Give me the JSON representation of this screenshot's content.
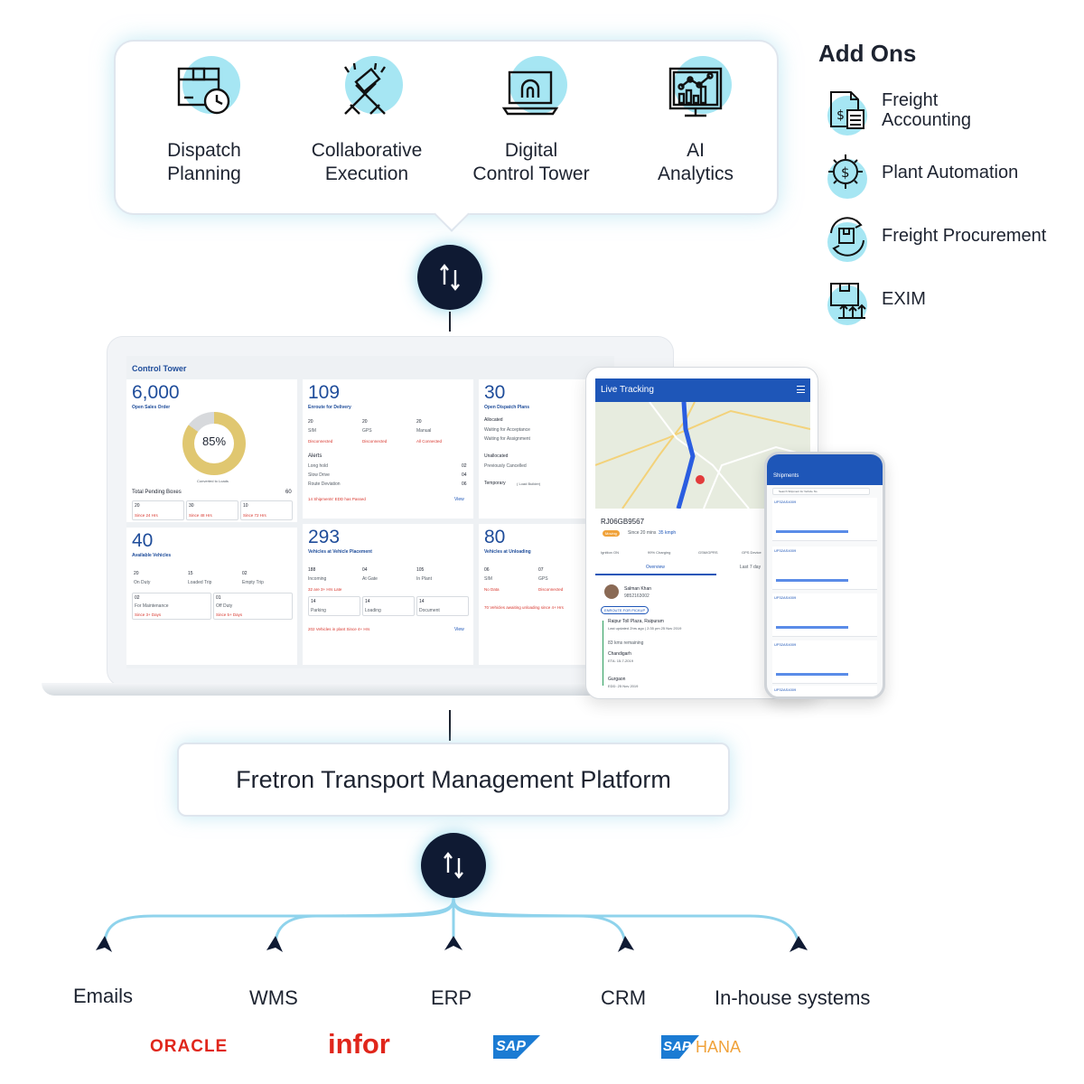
{
  "modules": [
    {
      "label": "Dispatch\nPlanning",
      "icon": "dispatch-planning-icon"
    },
    {
      "label": "Collaborative\nExecution",
      "icon": "handshake-icon"
    },
    {
      "label": "Digital\nControl Tower",
      "icon": "control-tower-laptop-icon"
    },
    {
      "label": "AI\nAnalytics",
      "icon": "analytics-monitor-icon"
    }
  ],
  "addons": {
    "title": "Add Ons",
    "items": [
      {
        "label": "Freight\nAccounting",
        "icon": "freight-accounting-icon"
      },
      {
        "label": "Plant Automation",
        "icon": "gear-dollar-icon"
      },
      {
        "label": "Freight Procurement",
        "icon": "procurement-cycle-icon"
      },
      {
        "label": "EXIM",
        "icon": "exim-box-icon"
      }
    ]
  },
  "control_tower": {
    "title": "Control Tower",
    "open_sales": {
      "value": "6,000",
      "label": "Open Sales Order",
      "donut_pct": "85%",
      "donut_fraction": 0.85,
      "legend": "Converted to Loads",
      "pending_label": "Total Pending Boxes",
      "pending_value": "60",
      "boxes": [
        {
          "value": "20",
          "note": "Since 24 Hrs"
        },
        {
          "value": "30",
          "note": "Since 48 Hrs"
        },
        {
          "value": "10",
          "note": "Since 72 Hrs"
        }
      ]
    },
    "enroute": {
      "value": "109",
      "label": "Enroute for Delivery",
      "cols": [
        {
          "value": "20",
          "label": "SIM",
          "note": "Disconnected"
        },
        {
          "value": "20",
          "label": "GPS",
          "note": "Disconnected"
        },
        {
          "value": "20",
          "label": "Manual",
          "note": "All Connected"
        }
      ],
      "alerts_title": "Alerts",
      "alerts": [
        {
          "label": "Long hold",
          "value": "02"
        },
        {
          "label": "Slow Drive",
          "value": "04"
        },
        {
          "label": "Route Deviation",
          "value": "06"
        }
      ],
      "footer": "14 Shipments' EDD has Passed",
      "view": "View"
    },
    "dispatch_plans": {
      "value": "30",
      "label": "Open Dispatch Plans",
      "allocated": "Allocated",
      "waiting_acceptance": "Waiting for Acceptance",
      "waiting_assignment": "Waiting for Assignment",
      "unallocated": "Unallocated",
      "cancelled": "Previously Cancelled",
      "temporary": "Temporary",
      "temporary_note": "( Load Builder)"
    },
    "vehicles": {
      "value": "40",
      "label": "Available Vehicles",
      "cols": [
        {
          "value": "20",
          "label": "On Duty"
        },
        {
          "value": "15",
          "label": "Loaded Trip"
        },
        {
          "value": "02",
          "label": "Empty Trip"
        }
      ],
      "boxes": [
        {
          "value": "02",
          "label": "For Maintenance",
          "note": "Since 3+ Days"
        },
        {
          "value": "01",
          "label": "Off Duty",
          "note": "Since 5+ Days"
        }
      ]
    },
    "placement": {
      "value": "293",
      "label": "Vehicles at Vehicle Placement",
      "cols": [
        {
          "value": "188",
          "label": "Incoming",
          "note": "32 are 3+ Hrs Late"
        },
        {
          "value": "04",
          "label": "At Gate"
        },
        {
          "value": "105",
          "label": "In Plant"
        }
      ],
      "boxes": [
        {
          "value": "14",
          "label": "Parking"
        },
        {
          "value": "14",
          "label": "Loading"
        },
        {
          "value": "14",
          "label": "Document"
        }
      ],
      "footer": "202 Vehicles in plant Since 4+ Hrs",
      "view": "View"
    },
    "unloading": {
      "value": "80",
      "label": "Vehicles at Unloading",
      "cols": [
        {
          "value": "06",
          "label": "SIM",
          "note": "No Data"
        },
        {
          "value": "07",
          "label": "GPS",
          "note": "Disconnected"
        }
      ],
      "footer": "70 Vehicles awaiting unloading since 4+ Hrs"
    }
  },
  "live_tracking": {
    "title": "Live Tracking",
    "vehicle": "RJ06GB9567",
    "status_badge": "Moving",
    "since": "Since 20 mins",
    "speed": "35 kmph",
    "metrics": [
      "Ignition ON",
      "99% Charging",
      "GSM/GPRS",
      "GPS Device"
    ],
    "tabs": [
      "Overview",
      "Last 7 day"
    ],
    "driver_name": "Salman Khan",
    "driver_phone": "9852163002",
    "enroute_badge": "ENROUTE FOR PICKUP",
    "stops": [
      {
        "name": "Raipur Toll Plaza, Raipuram",
        "note": "Last updated 2hrs ago | 2:35 pm 25 Nov 2019"
      },
      {
        "name": "Chandigarh",
        "note": "ETA: 15-7-2019"
      },
      {
        "name": "Gurgaon",
        "note": "EDD: 25 Nov 2019"
      }
    ],
    "remaining": "83 kms remaining"
  },
  "shipments": {
    "title": "Shipments",
    "search_placeholder": "Search Shipment for Vehicle No",
    "items": [
      "UP32AS4009",
      "UP32AS4009",
      "UP32AS4009",
      "UP32AS4009",
      "UP32AS4009"
    ]
  },
  "platform": {
    "title": "Fretron Transport Management Platform"
  },
  "integrations": [
    "Emails",
    "WMS",
    "ERP",
    "CRM",
    "In-house systems"
  ],
  "logos": {
    "oracle": "ORACLE",
    "infor": "infor",
    "sap": "SAP",
    "saphana_sap": "SAP",
    "saphana_hana": "HANA",
    "oracle_color": "#e0261b",
    "infor_color": "#e0261b",
    "sap_color": "#1b7bd3",
    "hana_color": "#f0a23a"
  },
  "colors": {
    "accent_blue": "#1e56b8",
    "navy": "#0f1a33",
    "glow": "#a6e6f3"
  }
}
